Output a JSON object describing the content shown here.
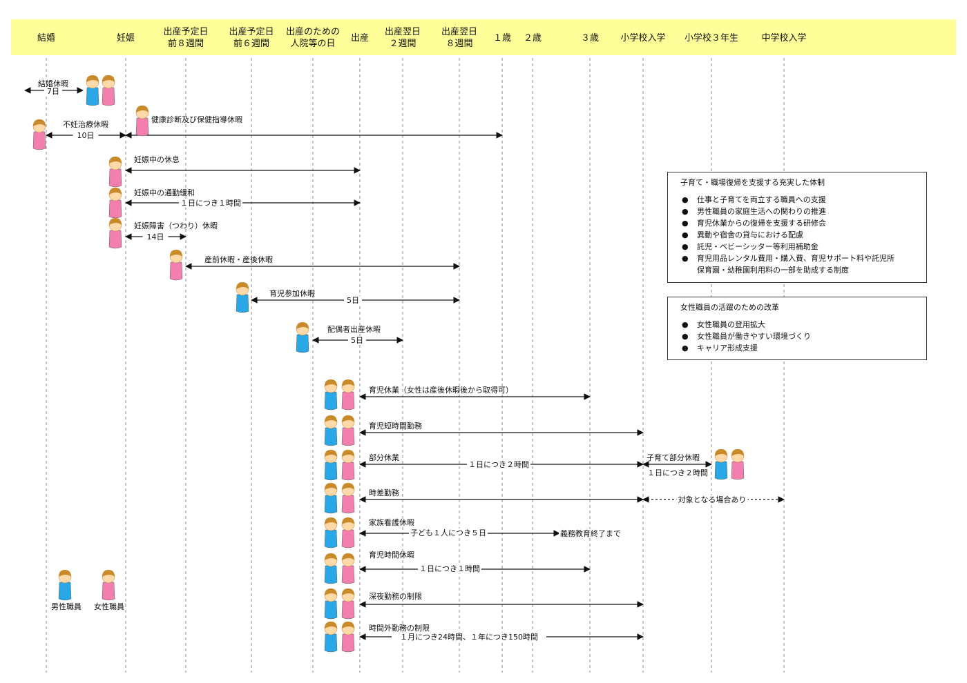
{
  "milestones": [
    {
      "id": "marriage",
      "lines": [
        "結婚"
      ]
    },
    {
      "id": "pregnancy",
      "lines": [
        "妊娠"
      ]
    },
    {
      "id": "due8w",
      "lines": [
        "出産予定日",
        "前８週間"
      ]
    },
    {
      "id": "due6w",
      "lines": [
        "出産予定日",
        "前６週間"
      ]
    },
    {
      "id": "hospital",
      "lines": [
        "出産のための",
        "人院等の日"
      ]
    },
    {
      "id": "birth",
      "lines": [
        "出産"
      ]
    },
    {
      "id": "after2w",
      "lines": [
        "出産翌日",
        "２週間"
      ]
    },
    {
      "id": "after8w",
      "lines": [
        "出産翌日",
        "８週間"
      ]
    },
    {
      "id": "age1",
      "lines": [
        "１歳"
      ]
    },
    {
      "id": "age2",
      "lines": [
        "２歳"
      ]
    },
    {
      "id": "age3",
      "lines": [
        "３歳"
      ]
    },
    {
      "id": "elementary",
      "lines": [
        "小学校入学"
      ]
    },
    {
      "id": "grade3",
      "lines": [
        "小学校３年生"
      ]
    },
    {
      "id": "juniorhigh",
      "lines": [
        "中学校入学"
      ]
    }
  ],
  "legend": {
    "male_label": "男性職員",
    "female_label": "女性職員"
  },
  "leaves": [
    {
      "id": "marriage-leave",
      "label": "結婚休暇",
      "sub": "7日"
    },
    {
      "id": "infertility-leave",
      "label": "不妊治療休暇",
      "sub": "10日"
    },
    {
      "id": "health-checkup-leave",
      "label": "健康診断及び保健指導休暇"
    },
    {
      "id": "pregnancy-rest",
      "label": "妊娠中の休息"
    },
    {
      "id": "commute-relief",
      "label": "妊娠中の通勤緩和",
      "sub": "１日につき１時間"
    },
    {
      "id": "morning-sickness-leave",
      "label": "妊娠障害（つわり）休暇",
      "sub": "14日"
    },
    {
      "id": "maternity-leave",
      "label": "産前休暇・産後休暇"
    },
    {
      "id": "childcare-participation-leave",
      "label": "育児参加休暇",
      "sub": "5日"
    },
    {
      "id": "spouse-birth-leave",
      "label": "配偶者出産休暇",
      "sub": "5日"
    },
    {
      "id": "childcare-leave",
      "label": "育児休業（女性は産後休暇後から取得可）"
    },
    {
      "id": "short-hours",
      "label": "育児短時間勤務"
    },
    {
      "id": "partial-leave",
      "label": "部分休業",
      "sub": "１日につき２時間"
    },
    {
      "id": "staggered-hours",
      "label": "時差勤務",
      "sub2": "対象となる場合あり"
    },
    {
      "id": "family-care-leave",
      "label": "家族看護休暇",
      "sub": "子ども１人につき５日",
      "note": "義務教育終了まで"
    },
    {
      "id": "childcare-hour-leave",
      "label": "育児時間休暇",
      "sub": "１日につき１時間"
    },
    {
      "id": "night-work-limit",
      "label": "深夜勤務の制限"
    },
    {
      "id": "overtime-limit",
      "label": "時間外勤務の制限",
      "sub": "１月につき24時間、１年につき150時間"
    }
  ],
  "child_partial_leave": {
    "label": "子育て部分休暇",
    "sub": "１日につき２時間"
  },
  "support_box": {
    "title": "子育て・職場復帰を支援する充実した体制",
    "items": [
      "仕事と子育てを両立する職員への支援",
      "男性職員の家庭生活への関わりの推進",
      "育児休業からの復帰を支援する研修会",
      "異動や宿舎の貸与における配慮",
      "託児・ベビーシッター等利用補助金",
      "育児用品レンタル費用・購入費、育児サポート料や託児所\n保育園・幼稚園利用料の一部を助成する制度"
    ]
  },
  "women_box": {
    "title": "女性職員の活躍のための改革",
    "items": [
      "女性職員の登用拡大",
      "女性職員が働きやすい環境づくり",
      "キャリア形成支援"
    ]
  },
  "colors": {
    "header": "#ffff99",
    "male": "#2aa7e6",
    "female": "#f27fae",
    "hair": "#c98a2a",
    "skin": "#ffd9a8"
  }
}
